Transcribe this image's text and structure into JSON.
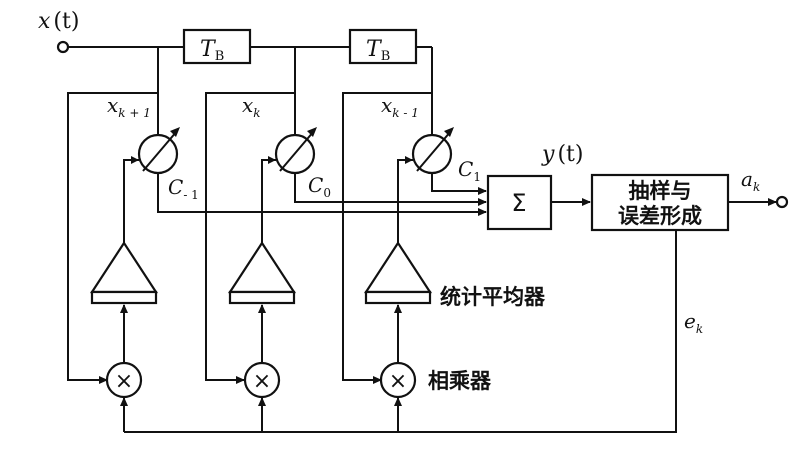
{
  "labels": {
    "input_main": "x",
    "input_paren": "(t)",
    "delay_main": "T",
    "delay_sub": "B",
    "tap_x_plus_main": "x",
    "tap_x_plus_sub": "k + 1",
    "tap_x_main": "x",
    "tap_x_sub": "k",
    "tap_x_minus_main": "x",
    "tap_x_minus_sub": "k - 1",
    "coef_main": "C",
    "coef_minus1_sub": "- 1",
    "coef_0_sub": "0",
    "coef_1_sub": "1",
    "sum_symbol": "Σ",
    "sum_output_main": "y",
    "sum_output_paren": "(t)",
    "decision_line1": "抽样与",
    "decision_line2": "误差形成",
    "output_main": "a",
    "output_sub": "k",
    "averager_label": "统计平均器",
    "multiplier_label": "相乘器",
    "multiplier_symbol": "×",
    "error_main": "e",
    "error_sub": "k"
  }
}
